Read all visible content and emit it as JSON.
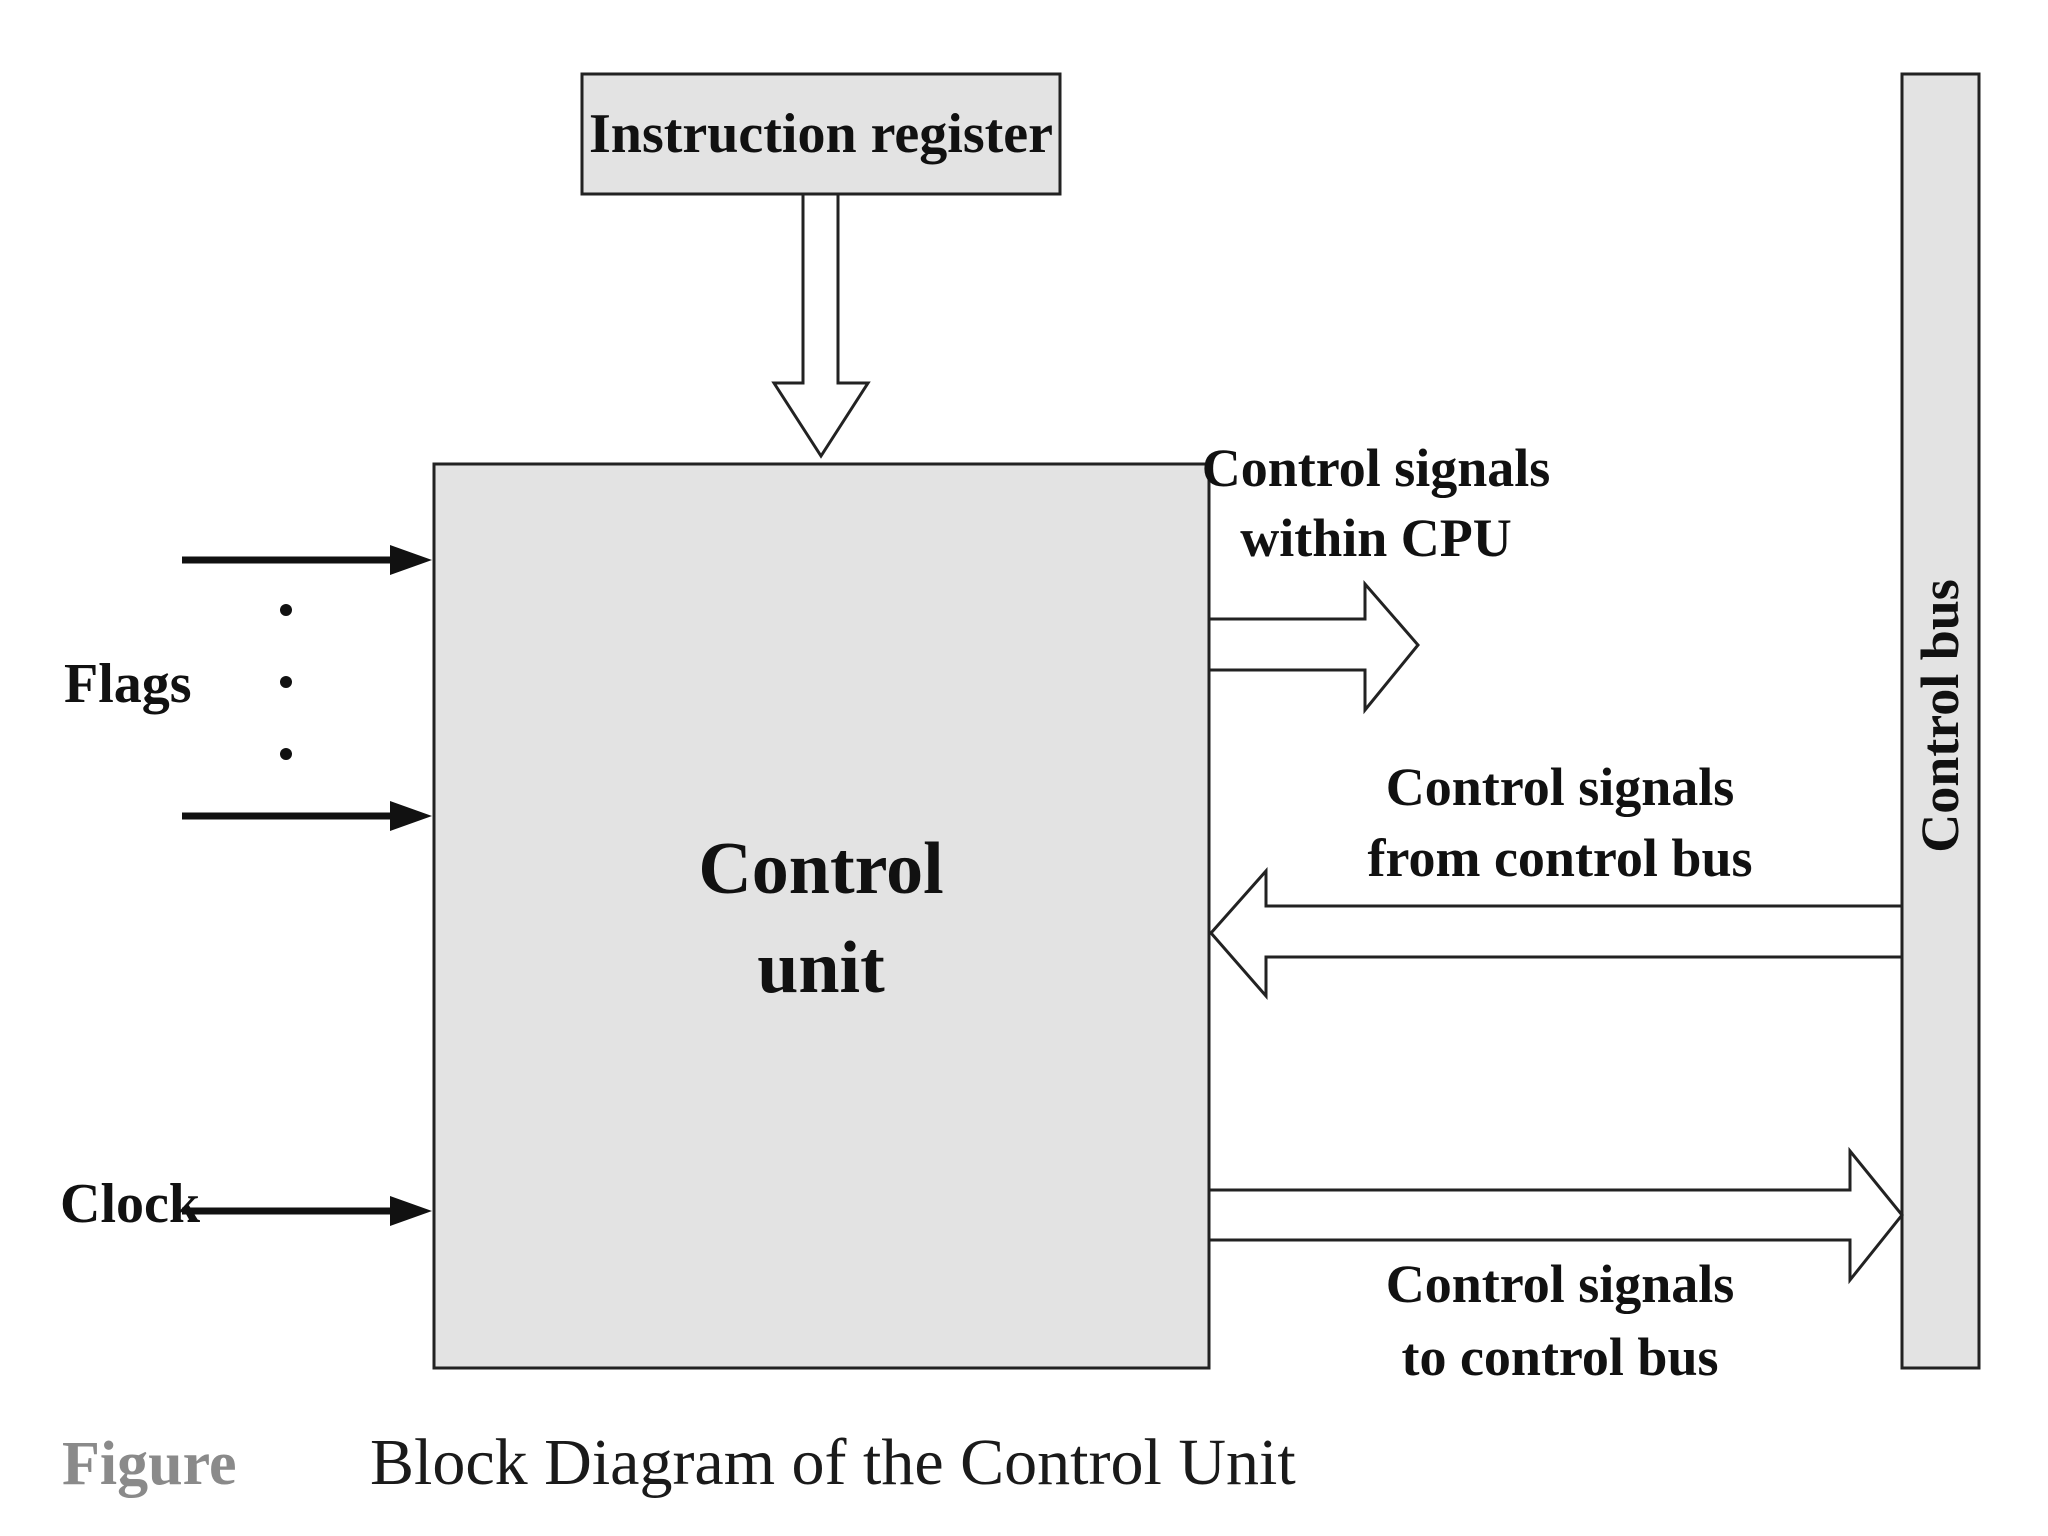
{
  "diagram": {
    "instruction_register": "Instruction register",
    "control_unit": {
      "line1": "Control",
      "line2": "unit"
    },
    "flags": "Flags",
    "clock": "Clock",
    "control_bus": "Control bus",
    "signals_within_cpu": {
      "line1": "Control signals",
      "line2": "within CPU"
    },
    "signals_from_bus": {
      "line1": "Control signals",
      "line2": "from control bus"
    },
    "signals_to_bus": {
      "line1": "Control signals",
      "line2": "to control bus"
    }
  },
  "caption": {
    "label": "Figure",
    "text": "Block Diagram of the Control Unit"
  },
  "colors": {
    "box_fill": "#e3e3e3",
    "stroke": "#222222",
    "caption_label": "#8a8a8a"
  }
}
